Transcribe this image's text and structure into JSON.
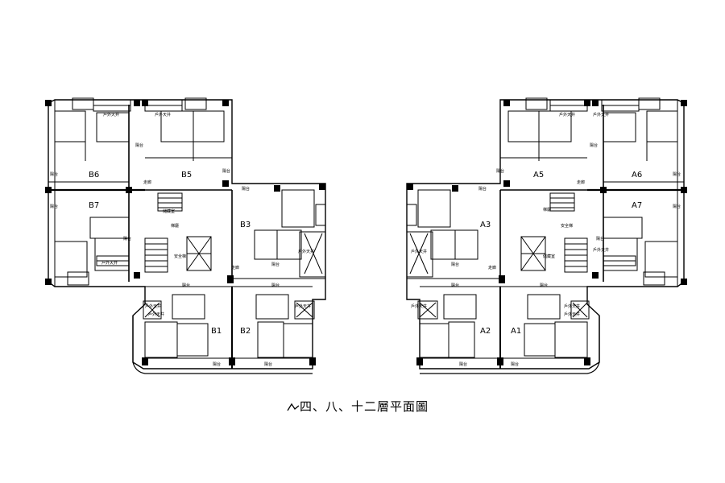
{
  "title": "四、八、十二層平面圖",
  "units": {
    "B1": "B1",
    "B2": "B2",
    "B3": "B3",
    "B5": "B5",
    "B6": "B6",
    "B7": "B7",
    "A1": "A1",
    "A2": "A2",
    "A3": "A3",
    "A5": "A5",
    "A6": "A6",
    "A7": "A7"
  },
  "rooms": {
    "balcony": "陽台",
    "corridor": "走廊",
    "skywell": "戶外天井",
    "lobby": "梯廳",
    "utility": "儲藏室",
    "stair": "安全梯"
  }
}
